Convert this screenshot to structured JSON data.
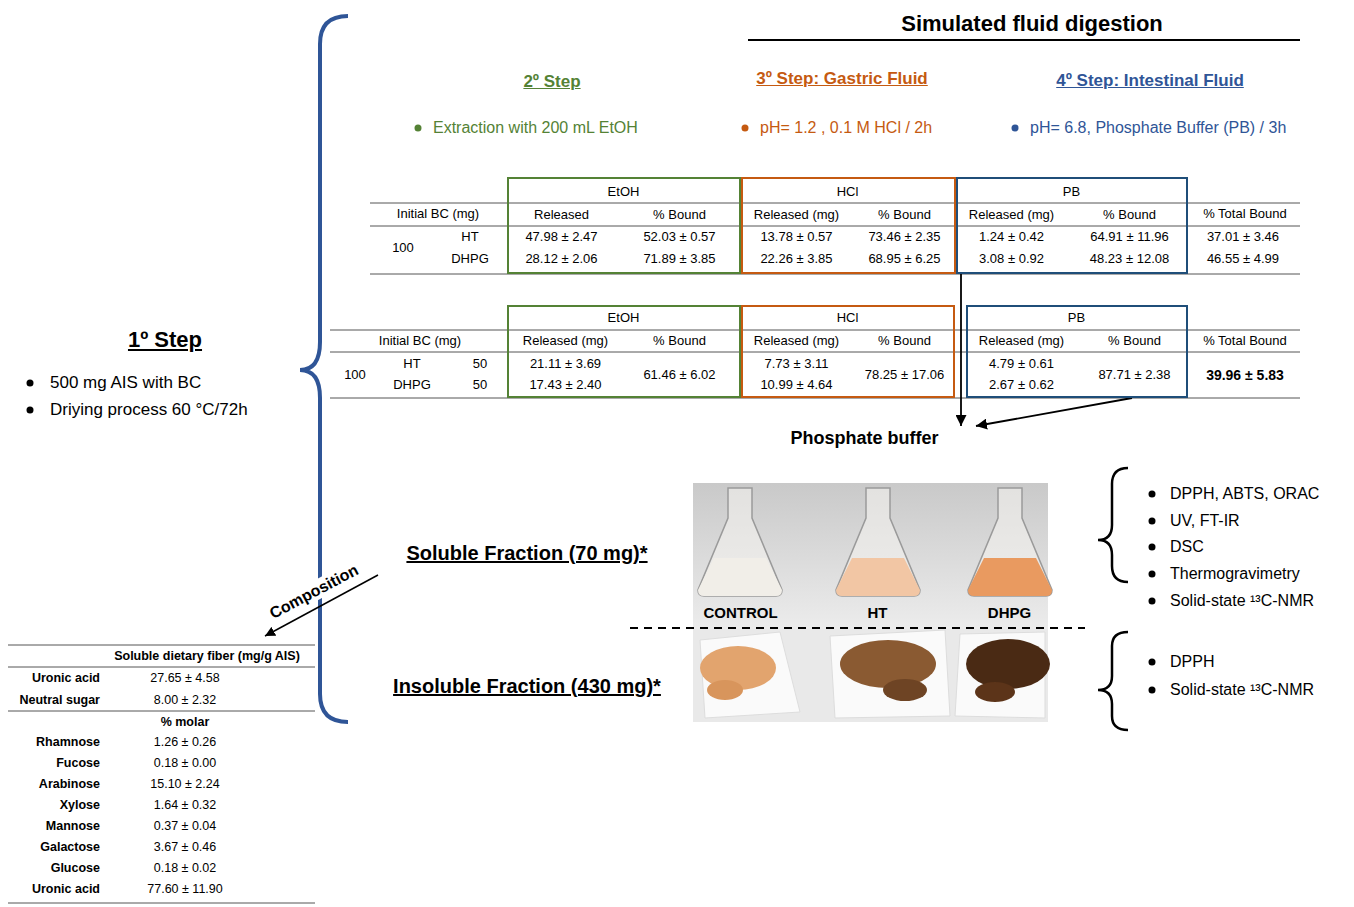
{
  "diagram": {
    "nodes": [
      {
        "text": [
          "EtOH",
          "Released",
          "% Bound",
          "47.98 ± 2.47",
          "52.03 ± 0.57",
          "28.12 ± 2.06",
          "71.89 ± 3.85"
        ]
      },
      {
        "text": [
          "HCl",
          "Released (mg)",
          "% Bound",
          "13.78 ± 0.57",
          "73.46 ± 2.35",
          "22.26 ± 3.85",
          "68.95 ± 6.25"
        ]
      },
      {
        "text": [
          "PB",
          "Released (mg)",
          "% Bound",
          "1.24 ± 0.42",
          "64.91 ± 11.96",
          "3.08 ± 0.92",
          "48.23 ± 12.08"
        ]
      },
      {
        "text": [
          "EtOH",
          "Released (mg)",
          "% Bound",
          "21.11 ± 3.69",
          "17.43 ± 2.40",
          "61.46 ± 6.02"
        ]
      },
      {
        "text": [
          "HCl",
          "Released (mg)",
          "% Bound",
          "7.73 ± 3.11",
          "10.99 ± 4.64",
          "78.25 ± 17.06"
        ]
      },
      {
        "text": [
          "PB",
          "Released (mg)",
          "% Bound",
          "4.79 ± 0.61",
          "2.67 ± 0.62",
          "87.71 ± 2.38"
        ]
      },
      {
        "text": [
          "Phosphate buffer",
          "CONTROL",
          "HT",
          "DHPG"
        ]
      }
    ],
    "edges": [
      {
        "from": 2,
        "to": 6,
        "arrow": "to"
      },
      {
        "from": 5,
        "to": 6,
        "arrow": "to"
      }
    ],
    "labels": [
      "Simulated fluid digestion",
      "2º Step",
      "Extraction with 200 mL EtOH",
      "3º Step: Gastric Fluid",
      "pH= 1.2 , 0.1 M HCl / 2h",
      "4º Step: Intestinal Fluid",
      "pH= 6.8, Phosphate Buffer (PB) / 3h",
      "Initial BC (mg)",
      "100",
      "HT",
      "DHPG",
      "% Total Bound",
      "37.01 ± 3.46",
      "46.55 ± 4.99",
      "Initial BC (mg)",
      "100",
      "HT",
      "50",
      "DHPG",
      "50",
      "% Total Bound",
      "39.96 ± 5.83",
      "1º Step",
      "500 mg AIS with BC",
      "Driying process 60 °C/72h",
      "Soluble Fraction (70 mg)*",
      "Insoluble Fraction (430 mg)*",
      "Composition",
      "DPPH, ABTS, ORAC",
      "UV, FT-IR",
      "DSC",
      "Thermogravimetry",
      "Solid-state ¹³C-NMR",
      "DPPH",
      "Solid-state ¹³C-NMR",
      "Soluble dietary fiber (mg/g AIS)",
      "Uronic acid",
      "27.65 ± 4.58",
      "Neutral sugar",
      "8.00 ± 2.32",
      "% molar",
      "Rhamnose",
      "1.26 ± 0.26",
      "Fucose",
      "0.18 ± 0.00",
      "Arabinose",
      "15.10 ± 2.24",
      "Xylose",
      "1.64 ± 0.32",
      "Mannose",
      "0.37 ± 0.04",
      "Galactose",
      "3.67 ± 0.46",
      "Glucose",
      "0.18 ± 0.02",
      "Uronic acid",
      "77.60 ± 11.90"
    ]
  }
}
